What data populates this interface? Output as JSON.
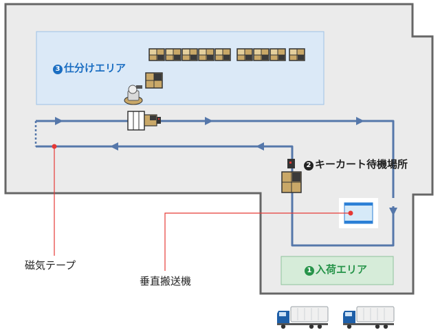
{
  "areas": {
    "sorting": {
      "number": "❸",
      "label": "仕分けエリア",
      "color": "#1b6ec2",
      "fill": "#dbe9f7"
    },
    "cart_waiting": {
      "number": "❷",
      "label": "キーカート待機場所",
      "color": "#222222"
    },
    "receiving": {
      "number": "❶",
      "label": "入荷エリア",
      "color": "#27944a",
      "fill": "#d6ecd9"
    }
  },
  "callouts": {
    "magnetic_tape": "磁気テープ",
    "vertical_conveyor": "垂直搬送機"
  },
  "colors": {
    "wall": "#666666",
    "floor": "#ebebeb",
    "route": "#5577aa",
    "callout_line": "#e53935",
    "box_tan": "#c9a868",
    "box_dark": "#3a3a3a",
    "lift_blue": "#2b7fd6"
  },
  "icons": {
    "route_direction": "arrowhead-icon",
    "storage_box": "cardboard-box-icon",
    "robot_arm": "robot-arm-icon",
    "agv_cart": "agv-cart-icon",
    "truck": "delivery-truck-icon"
  }
}
